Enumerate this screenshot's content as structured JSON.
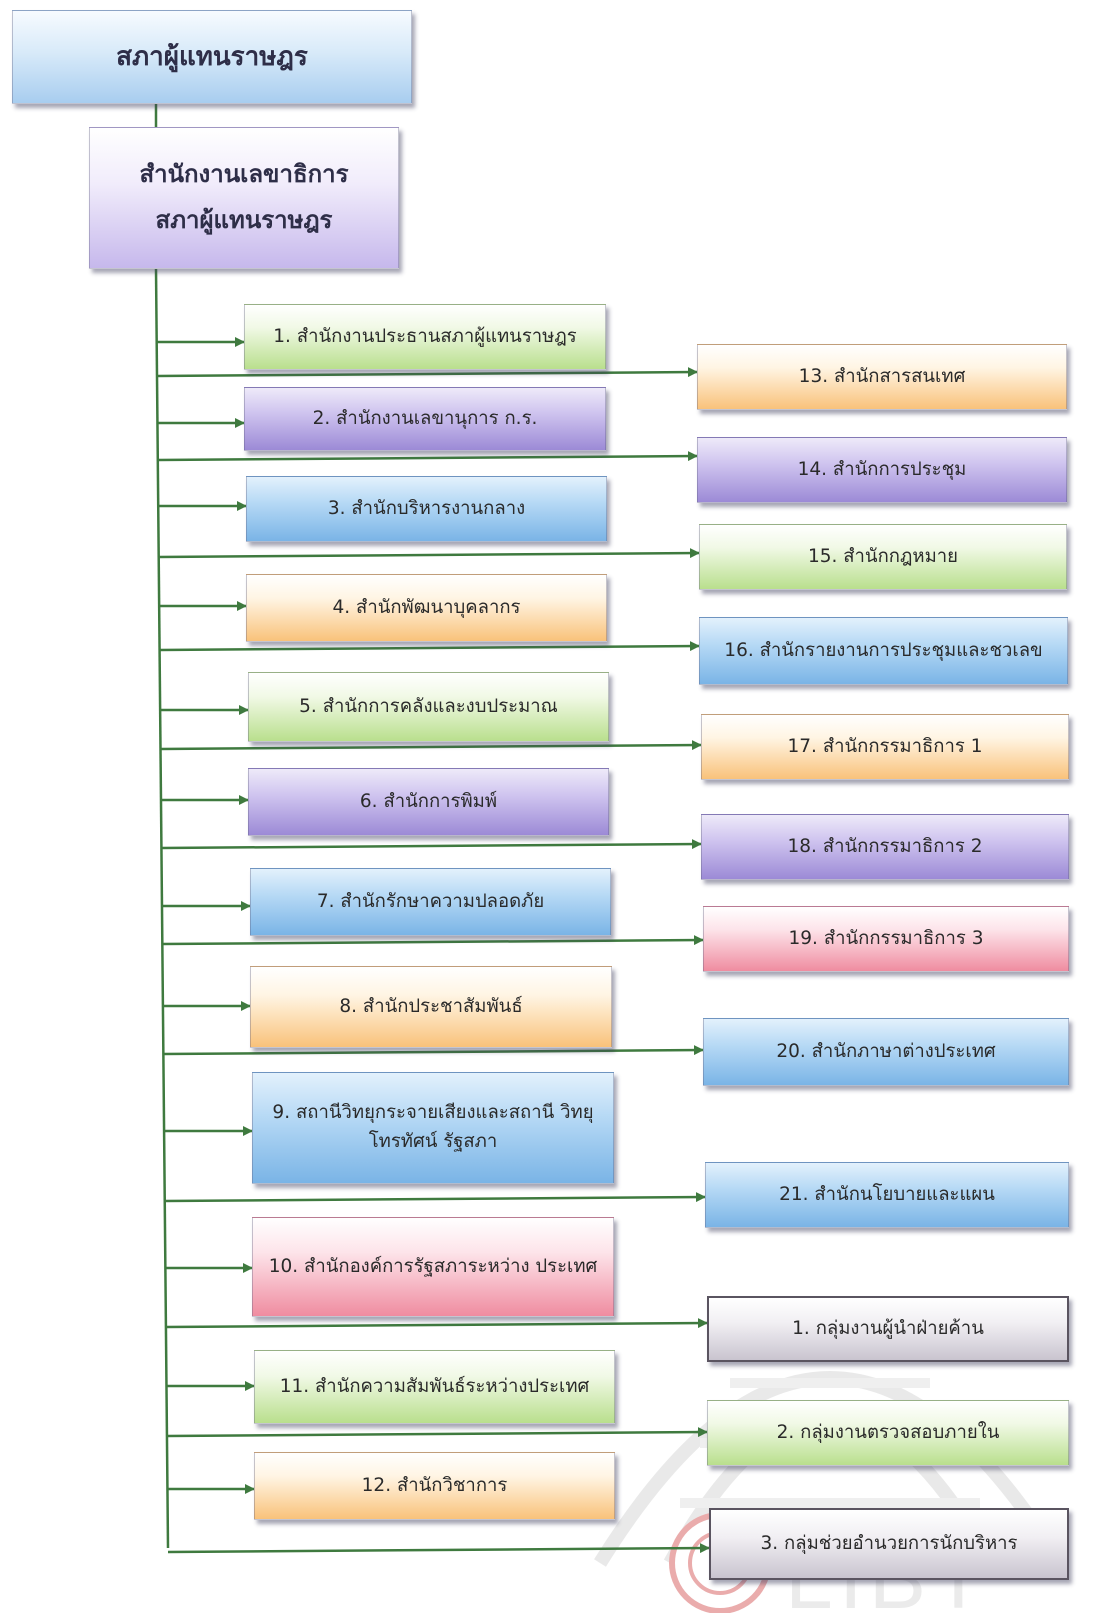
{
  "chart": {
    "top_title": "สภาผู้แทนราษฎร",
    "secretariat": {
      "line1": "สำนักงานเลขาธิการ",
      "line2": "สภาผู้แทนราษฎร"
    },
    "left_units": [
      {
        "text": "1. สำนักงานประธานสภาผู้แทนราษฎร",
        "color": "green"
      },
      {
        "text": "2. สำนักงานเลขานุการ ก.ร.",
        "color": "purple"
      },
      {
        "text": "3. สำนักบริหารงานกลาง",
        "color": "blue"
      },
      {
        "text": "4. สำนักพัฒนาบุคลากร",
        "color": "orange"
      },
      {
        "text": "5. สำนักการคลังและงบประมาณ",
        "color": "green"
      },
      {
        "text": "6. สำนักการพิมพ์",
        "color": "purple"
      },
      {
        "text": "7. สำนักรักษาความปลอดภัย",
        "color": "blue"
      },
      {
        "text": "8. สำนักประชาสัมพันธ์",
        "color": "orange"
      },
      {
        "text": "9. สถานีวิทยุกระจายเสียงและสถานี วิทยุโทรทัศน์ รัฐสภา",
        "color": "blue"
      },
      {
        "text": "10. สำนักองค์การรัฐสภาระหว่าง ประเทศ",
        "color": "pink"
      },
      {
        "text": "11. สำนักความสัมพันธ์ระหว่างประเทศ",
        "color": "green"
      },
      {
        "text": "12. สำนักวิชาการ",
        "color": "orange"
      }
    ],
    "right_units": [
      {
        "text": "13. สำนักสารสนเทศ",
        "color": "orange"
      },
      {
        "text": "14. สำนักการประชุม",
        "color": "purple"
      },
      {
        "text": "15. สำนักกฎหมาย",
        "color": "green"
      },
      {
        "text": "16. สำนักรายงานการประชุมและชวเลข",
        "color": "blue"
      },
      {
        "text": "17. สำนักกรรมาธิการ 1",
        "color": "orange"
      },
      {
        "text": "18. สำนักกรรมาธิการ 2",
        "color": "purple"
      },
      {
        "text": "19. สำนักกรรมาธิการ 3",
        "color": "pink"
      },
      {
        "text": "20. สำนักภาษาต่างประเทศ",
        "color": "blue"
      },
      {
        "text": "21. สำนักนโยบายและแผน",
        "color": "blue"
      }
    ],
    "groups": [
      {
        "text": "1. กลุ่มงานผู้นำฝ่ายค้าน",
        "color": "gray"
      },
      {
        "text": "2. กลุ่มงานตรวจสอบภายใน",
        "color": "green"
      },
      {
        "text": "3. กลุ่มช่วยอำนวยการนักบริหาร",
        "color": "gray"
      }
    ],
    "watermark_text": "LIBT",
    "colors": {
      "connector": "#3f7a3f",
      "title_text": "#2e2e48"
    }
  }
}
